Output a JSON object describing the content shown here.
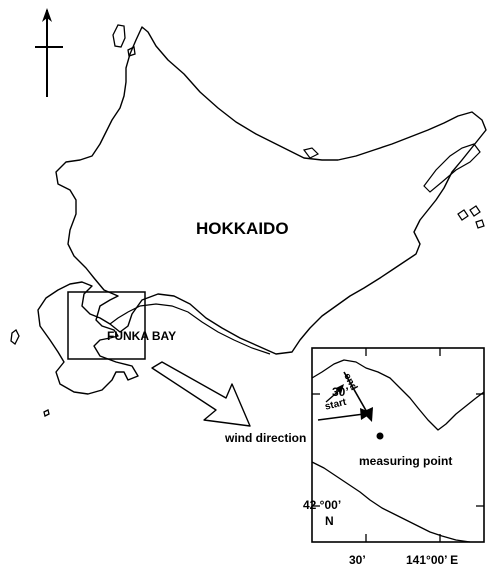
{
  "labels": {
    "island": "HOKKAIDO",
    "bay": "FUNKA BAY",
    "wind": "wind direction",
    "measuring_point": "measuring point",
    "start": "start",
    "end": "end",
    "lat_30": "30’",
    "lat_42": "42 °00’",
    "north": "N",
    "lon_30": "30’",
    "lon_141": "141°00’ E"
  },
  "icons": {
    "compass": "north-arrow-icon",
    "measuring_point": "measuring-point-icon"
  },
  "colors": {
    "ink": "#000000",
    "background": "#ffffff"
  }
}
